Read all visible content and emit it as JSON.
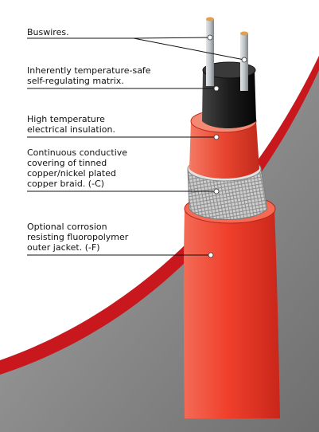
{
  "colors": {
    "background_gray": "#8a8a8a",
    "accent_red": "#c8181e",
    "jacket_orange": "#f0402c",
    "insulation_orange": "#e8452f",
    "matrix_black": "#1c1c1c",
    "buswire_gray": "#bfc4c8",
    "copper_tip": "#e0a050",
    "braid_silver": "#d8d8d8"
  },
  "labels": {
    "buswires": [
      "Buswires."
    ],
    "matrix": [
      "Inherently temperature-safe",
      "self-regulating matrix."
    ],
    "insulation": [
      "High temperature",
      "electrical insulation."
    ],
    "braid": [
      "Continuous conductive",
      "covering of tinned",
      "copper/nickel plated",
      "copper braid. (-C)"
    ],
    "jacket": [
      "Optional corrosion",
      "resisting fluoropolymer",
      "outer jacket. (-F)"
    ]
  }
}
